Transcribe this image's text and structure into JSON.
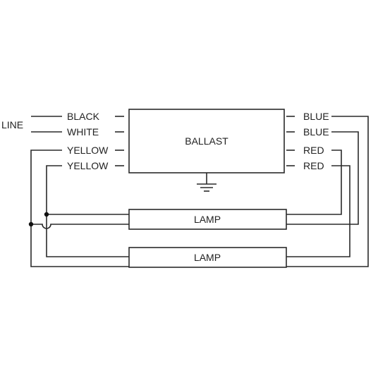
{
  "line_label": "LINE",
  "ballast": {
    "label": "BALLAST",
    "left_wires": [
      "BLACK",
      "WHITE",
      "YELLOW",
      "YELLOW"
    ],
    "right_wires": [
      "BLUE",
      "BLUE",
      "RED",
      "RED"
    ]
  },
  "lamps": [
    {
      "label": "LAMP"
    },
    {
      "label": "LAMP"
    }
  ],
  "colors": {
    "line": "#2a2a2a",
    "text": "#222222",
    "background": "#ffffff"
  }
}
